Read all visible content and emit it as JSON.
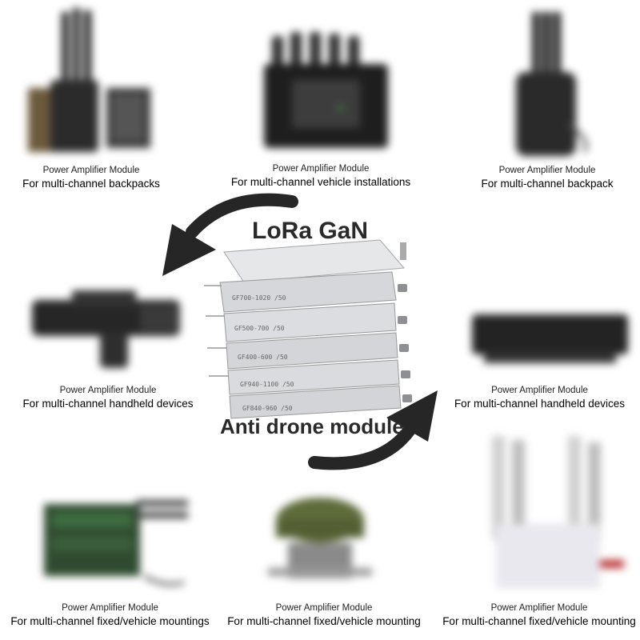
{
  "products": [
    {
      "line1": "Power Amplifier Module",
      "line2": "For multi-channel backpacks"
    },
    {
      "line1": "Power Amplifier Module",
      "line2": "For multi-channel vehicle installations"
    },
    {
      "line1": "Power Amplifier Module",
      "line2": "For multi-channel backpack"
    },
    {
      "line1": "Power Amplifier Module",
      "line2": "For multi-channel handheld devices"
    },
    {
      "line1": "Power Amplifier Module",
      "line2": "For multi-channel handheld devices"
    },
    {
      "line1": "Power Amplifier Module",
      "line2": "For multi-channel fixed/vehicle mountings"
    },
    {
      "line1": "Power Amplifier Module",
      "line2": "For multi-channel fixed/vehicle mounting"
    },
    {
      "line1": "Power Amplifier Module",
      "line2": "For multi-channel fixed/vehicle mounting"
    }
  ],
  "center": {
    "title_top": "LoRa GaN",
    "title_bottom": "Anti drone module",
    "module_labels": [
      "GF700-1020 /50",
      "GF500-700 /50",
      "GF400-600 /50",
      "GF940-1100 /50",
      "GF840-960 /50"
    ]
  },
  "colors": {
    "arrow": "#262626",
    "module_silver": "#d9dadc",
    "module_edge": "#9a9c9f"
  }
}
